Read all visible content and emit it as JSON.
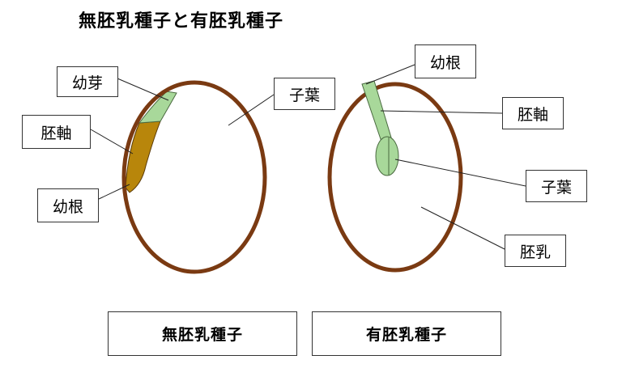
{
  "title": "無胚乳種子と有胚乳種子",
  "left_seed": {
    "labels": {
      "plumule": "幼芽",
      "hypocotyl": "胚軸",
      "radicle": "幼根",
      "cotyledon": "子葉"
    },
    "caption": "無胚乳種子"
  },
  "right_seed": {
    "labels": {
      "radicle": "幼根",
      "hypocotyl": "胚軸",
      "cotyledon": "子葉",
      "endosperm": "胚乳"
    },
    "caption": "有胚乳種子"
  },
  "colors": {
    "seed_coat": "#7a3a12",
    "embryo_green": "#a8d89a",
    "hypocotyl_brown": "#b8860b",
    "leader_line": "#222222"
  }
}
